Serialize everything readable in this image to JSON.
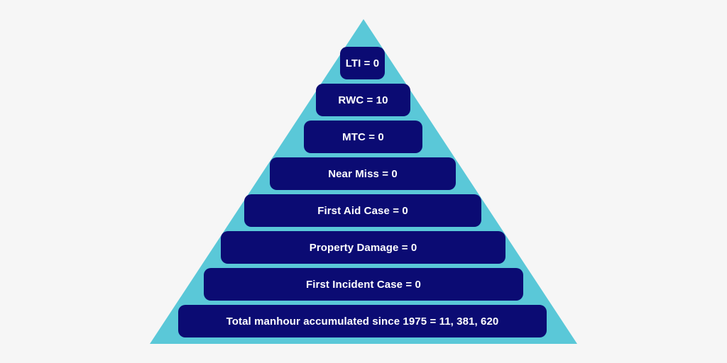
{
  "colors": {
    "background": "#f6f6f6",
    "pyramid": "#5ac8d8",
    "tier_fill": "#0b0b73",
    "tier_text": "#ffffff"
  },
  "pyramid": {
    "tiers": [
      {
        "label": "LTI = 0"
      },
      {
        "label": "RWC = 10"
      },
      {
        "label": "MTC = 0"
      },
      {
        "label": "Near Miss = 0"
      },
      {
        "label": "First Aid Case = 0"
      },
      {
        "label": "Property Damage = 0"
      },
      {
        "label": "First Incident Case = 0"
      },
      {
        "label": "Total manhour accumulated since 1975 = 11, 381, 620"
      }
    ]
  }
}
